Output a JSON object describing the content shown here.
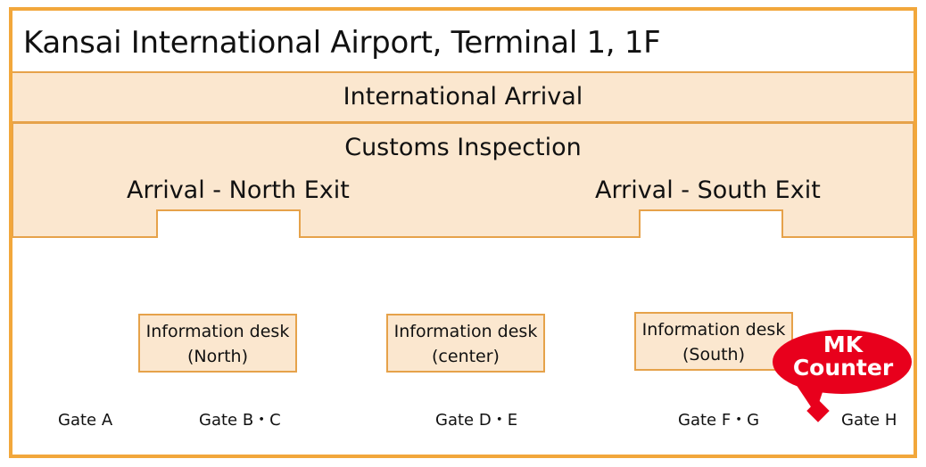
{
  "map": {
    "title": "Kansai International Airport, Terminal 1, 1F",
    "arrival_area": "International Arrival",
    "customs": "Customs Inspection",
    "exits": {
      "north": "Arrival - North Exit",
      "south": "Arrival - South Exit"
    },
    "info_desks": {
      "north": {
        "line1": "Information desk",
        "line2": "(North)"
      },
      "center": {
        "line1": "Information desk",
        "line2": "(center)"
      },
      "south": {
        "line1": "Information desk",
        "line2": "(South)"
      }
    },
    "gates": {
      "a": "Gate A",
      "bc": "Gate B・C",
      "de": "Gate D・E",
      "fg": "Gate F・G",
      "h": "Gate H"
    },
    "mk_counter": {
      "line1": "MK",
      "line2": "Counter"
    }
  },
  "colors": {
    "frame_orange": "#f2a73b",
    "band_fill": "#fbe7cf",
    "band_border": "#e6a24a",
    "marker_red": "#e8001c"
  }
}
